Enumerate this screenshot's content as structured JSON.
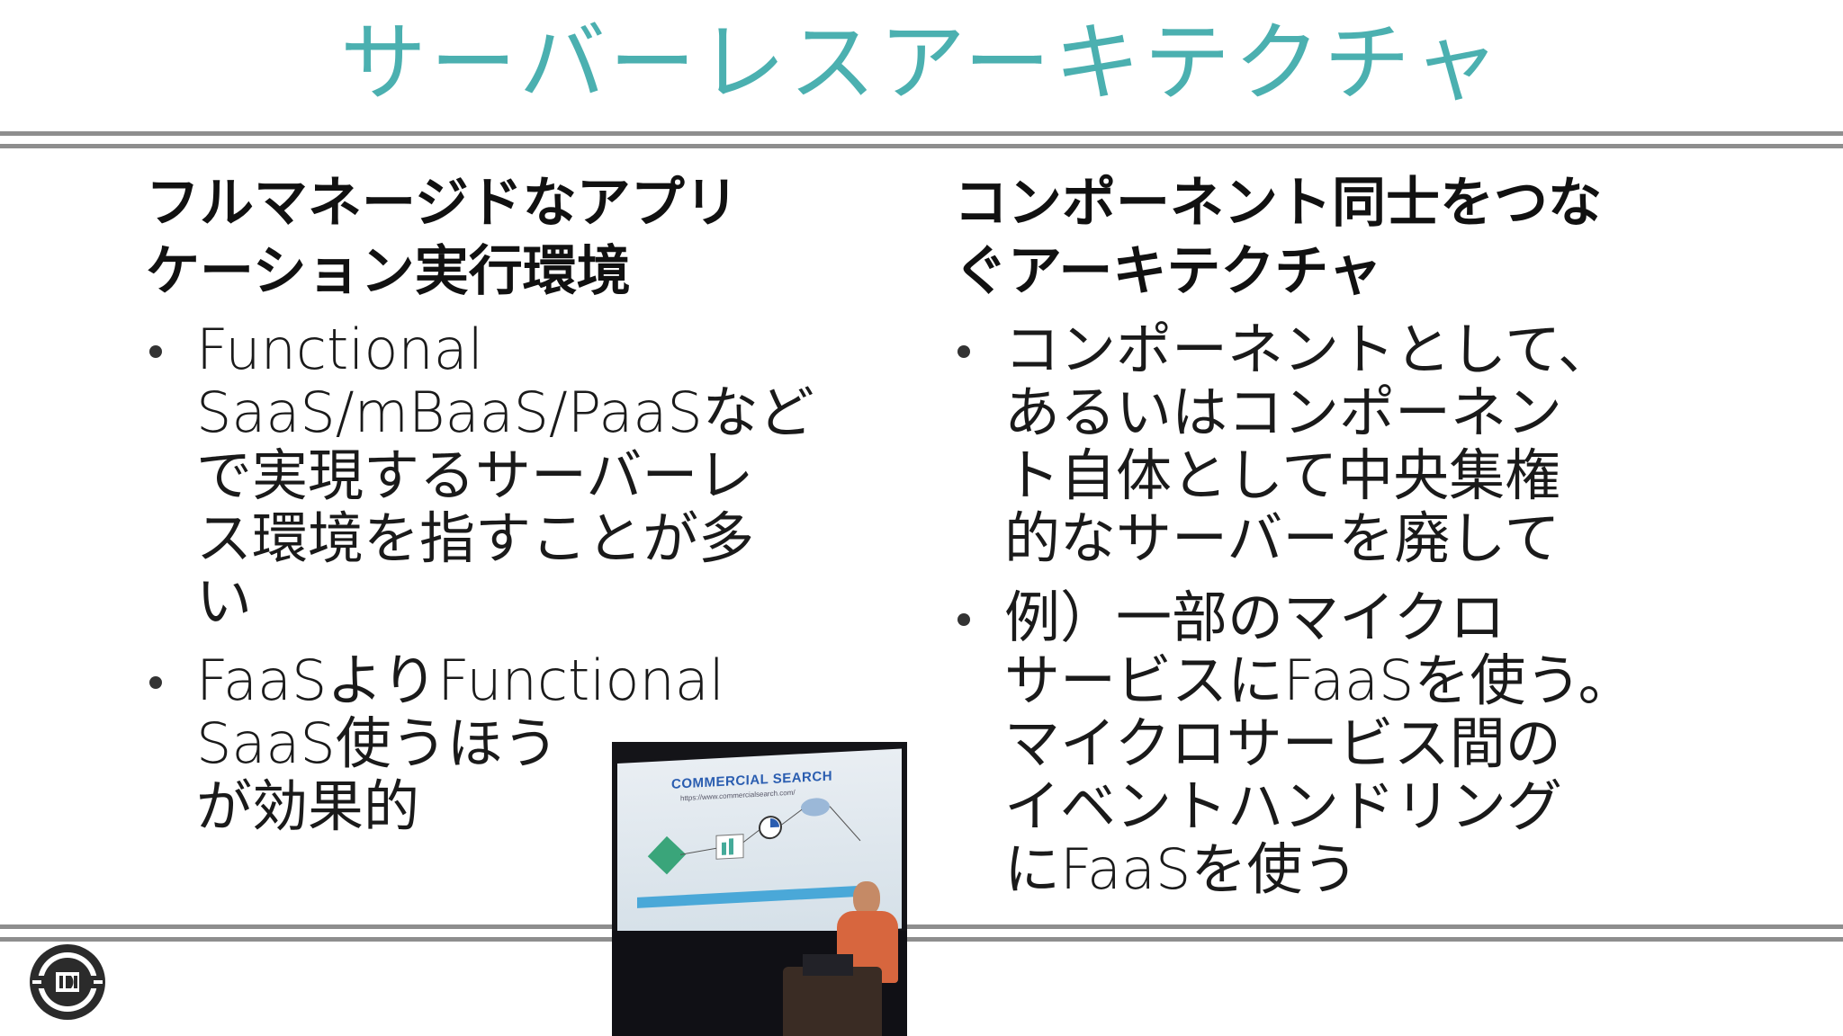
{
  "slide": {
    "title": "サーバーレスアーキテクチャ",
    "left": {
      "heading_lines": [
        "フルマネージドなアプリ",
        "ケーション実行環境"
      ],
      "bullets": [
        {
          "lines": [
            "Functional",
            "SaaS/mBaaS/PaaSなど",
            "で実現するサーバーレ",
            "ス環境を指すことが多",
            "い"
          ]
        },
        {
          "lines": [
            "FaaSよりFunctional",
            "SaaS使うほう",
            "が効果的"
          ]
        }
      ]
    },
    "right": {
      "heading_lines": [
        "コンポーネント同士をつな",
        "ぐアーキテクチャ"
      ],
      "bullets": [
        {
          "lines": [
            "コンポーネントとして、",
            "あるいはコンポーネン",
            "ト自体として中央集権",
            "的なサーバーを廃して"
          ]
        },
        {
          "lines": [
            "例）一部のマイクロ",
            "サービスにFaaSを使う。",
            "マイクロサービス間の",
            "イベントハンドリング",
            "にFaaSを使う"
          ]
        }
      ]
    },
    "photo": {
      "screen_title": "COMMERCIAL SEARCH",
      "screen_subtitle": "https://www.commercialsearch.com/"
    }
  },
  "colors": {
    "title": "#4bb0b0",
    "rule": "#8e8e8e",
    "text": "#1a1a1a"
  }
}
